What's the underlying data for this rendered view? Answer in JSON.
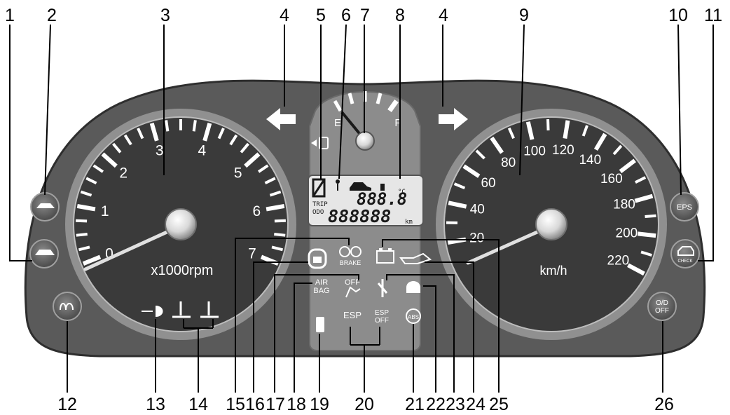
{
  "callouts": [
    "1",
    "2",
    "3",
    "4",
    "5",
    "6",
    "7",
    "8",
    "4",
    "9",
    "10",
    "11",
    "12",
    "13",
    "14",
    "15",
    "16",
    "17",
    "18",
    "19",
    "20",
    "21",
    "22",
    "23",
    "24",
    "25",
    "26"
  ],
  "tachometer": {
    "numbers": [
      "0",
      "1",
      "2",
      "3",
      "4",
      "5",
      "6",
      "7"
    ],
    "unit": "x1000rpm"
  },
  "speedometer": {
    "numbers": [
      "20",
      "40",
      "60",
      "80",
      "100",
      "120",
      "140",
      "160",
      "180",
      "200",
      "220"
    ],
    "unit": "km/h"
  },
  "fuel": {
    "empty": "E",
    "full": "F"
  },
  "lcd": {
    "temp_digits": "888.8",
    "temp_unit": "°C",
    "trip_label": "TRIP",
    "odo_label": "ODO",
    "odo_digits": "888888",
    "odo_unit": "km"
  },
  "lamps": {
    "brake": "BRAKE",
    "airbag_line1": "AIR",
    "airbag_line2": "BAG",
    "airbag_off": "OFF",
    "esp": "ESP",
    "esp_off_line1": "ESP",
    "esp_off_line2": "OFF",
    "abs": "ABS",
    "eps": "EPS",
    "check": "CHECK",
    "od_line1": "O/D",
    "od_line2": "OFF"
  },
  "colors": {
    "panel": "#5a5a5a",
    "dial": "#3a3a3a",
    "lcd": "#e6e6e6"
  }
}
